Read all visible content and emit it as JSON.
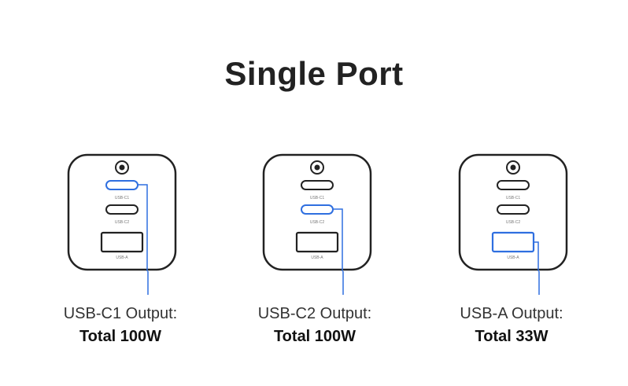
{
  "title": "Single Port",
  "accent": "#2f6fe0",
  "port_labels": {
    "c1": "USB-C1",
    "c2": "USB-C2",
    "a": "USB-A"
  },
  "chargers": [
    {
      "highlight": "c1",
      "caption": "USB-C1 Output:",
      "output": "Total 100W"
    },
    {
      "highlight": "c2",
      "caption": "USB-C2 Output:",
      "output": "Total 100W"
    },
    {
      "highlight": "a",
      "caption": "USB-A Output:",
      "output": "Total 33W"
    }
  ]
}
